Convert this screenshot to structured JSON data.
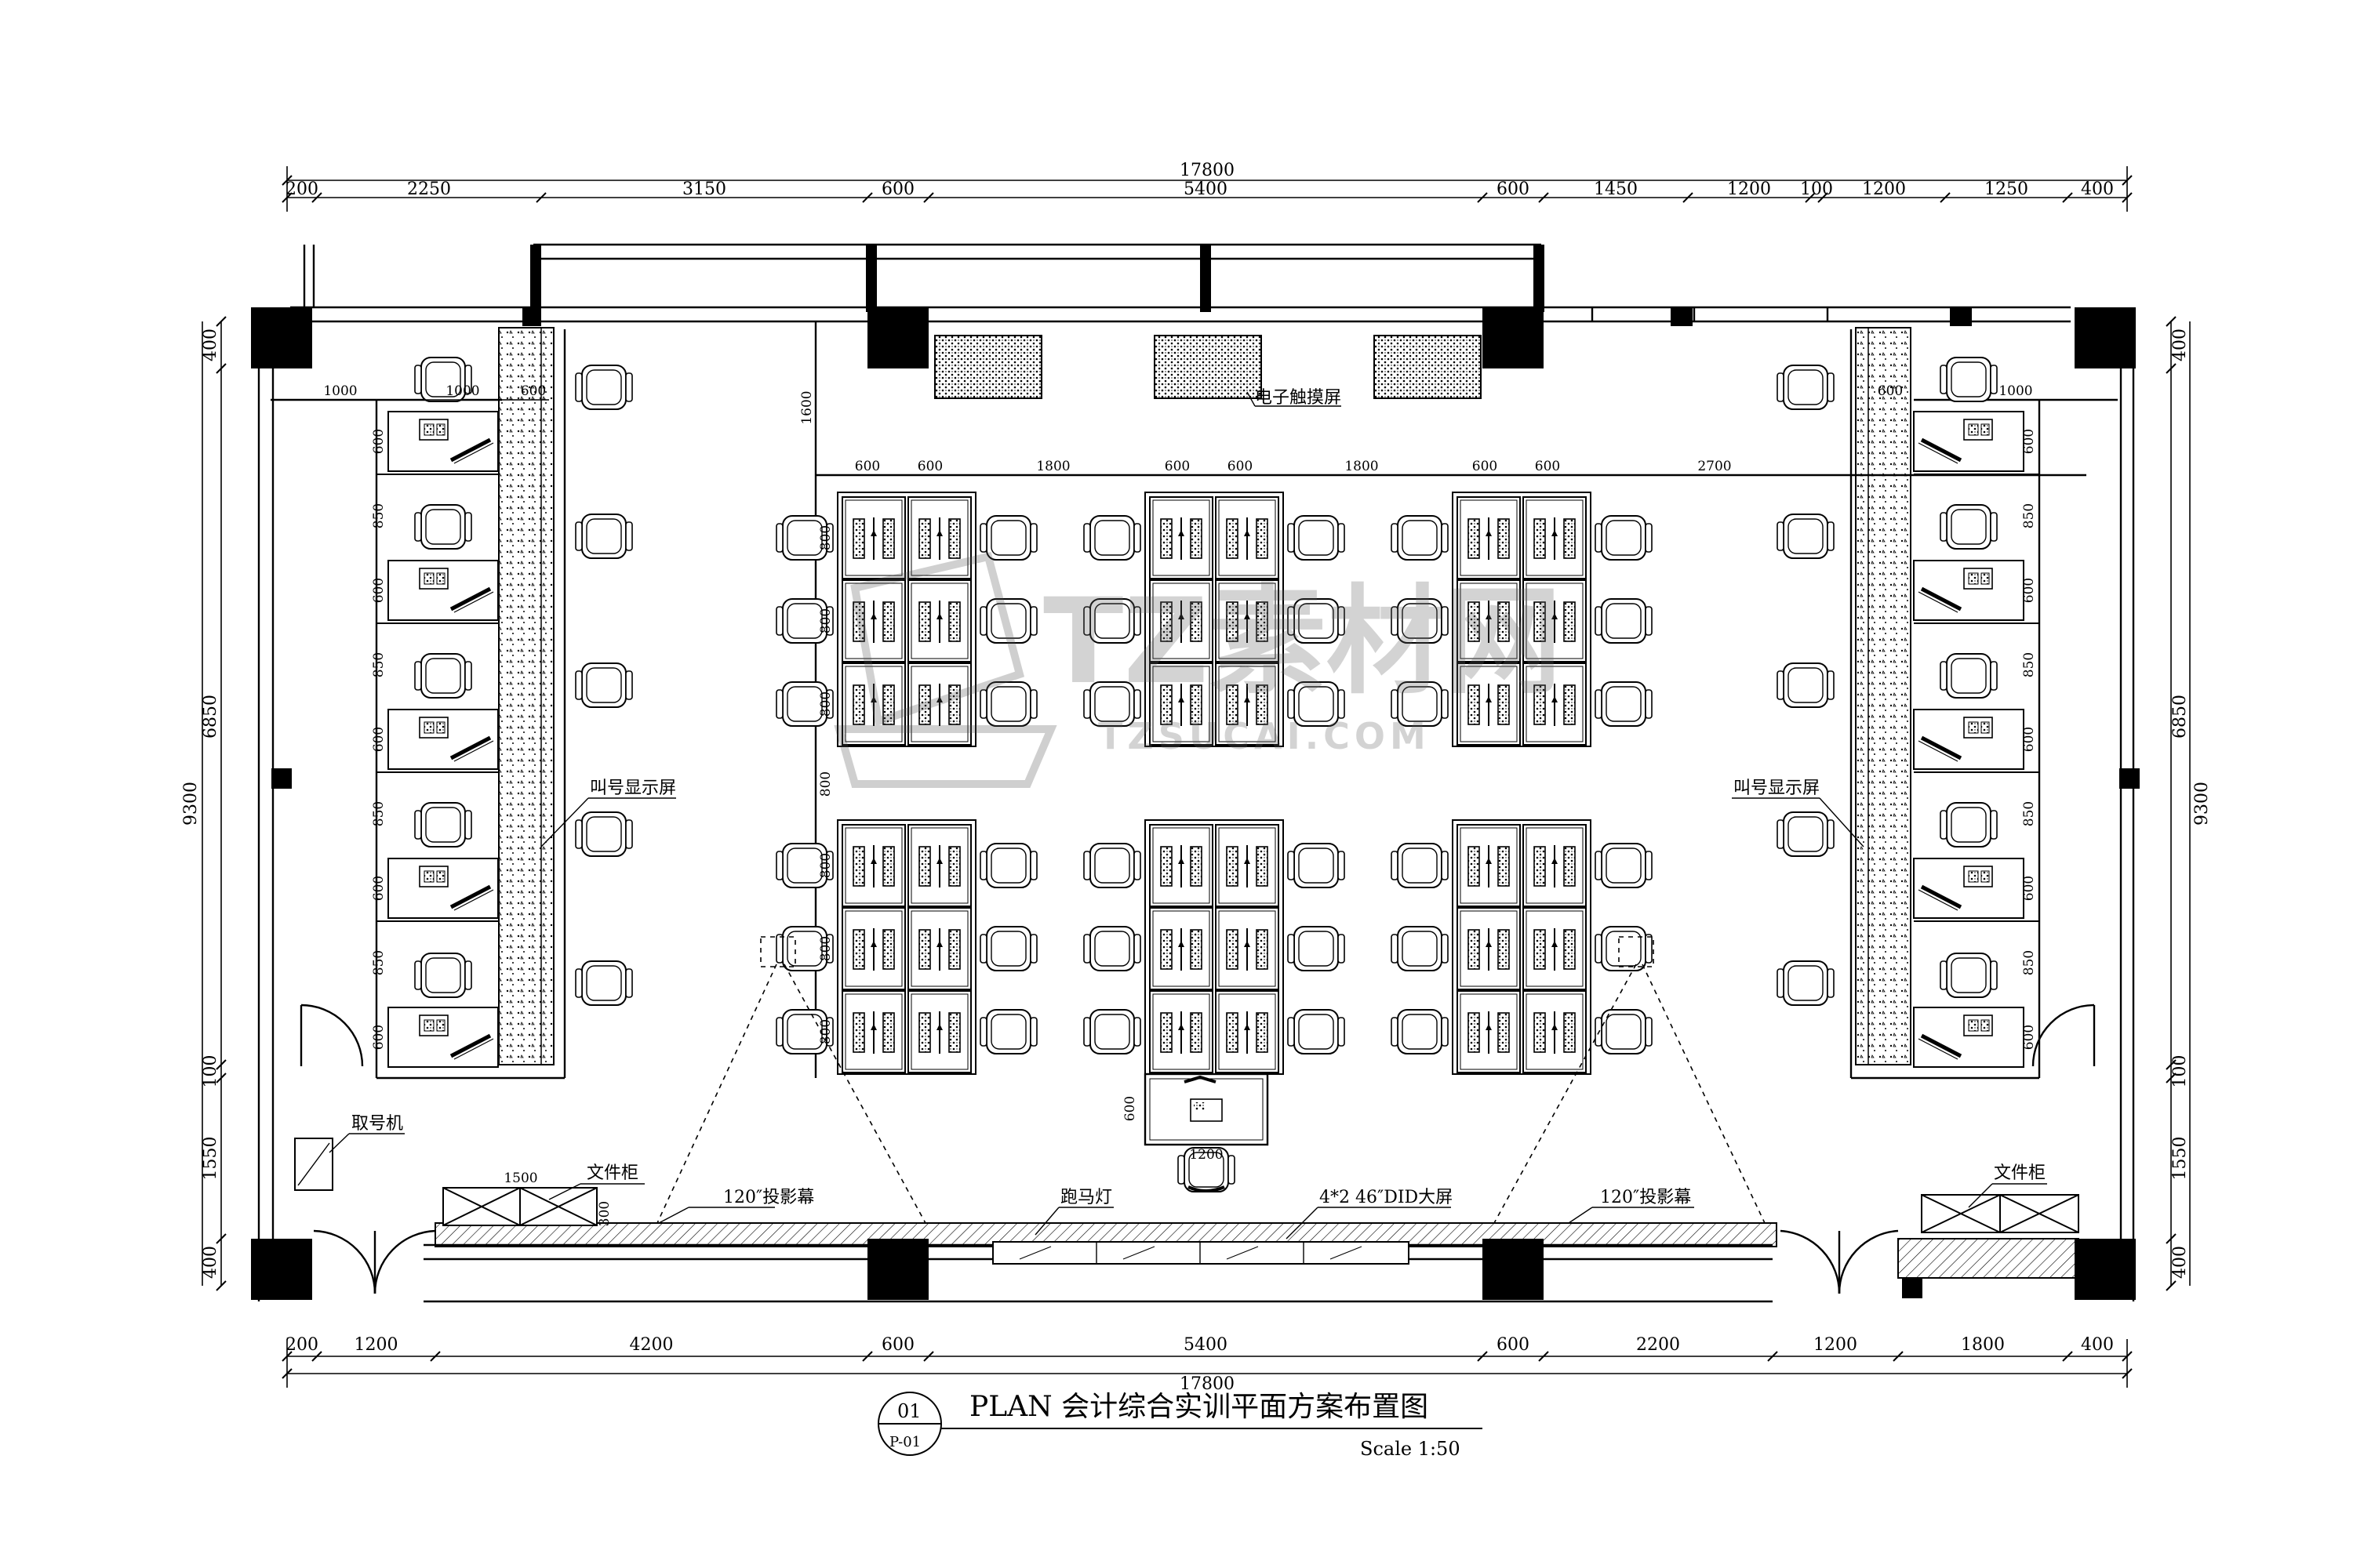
{
  "dimensions": {
    "overall": "17800",
    "top_segments": [
      "200",
      "2250",
      "3150",
      "600",
      "5400",
      "600",
      "1450",
      "1200",
      "100",
      "1200",
      "1250",
      "400"
    ],
    "bottom_segments": [
      "200",
      "1200",
      "4200",
      "600",
      "5400",
      "600",
      "2200",
      "1200",
      "1800",
      "400"
    ],
    "left_segments": [
      "400",
      "6850",
      "100",
      "1550",
      "400"
    ],
    "left_total": "9300",
    "right_segments": [
      "400",
      "6850",
      "100",
      "1550",
      "400"
    ],
    "right_total": "9300",
    "inner_left_top": [
      "1000",
      "1000",
      "600"
    ],
    "inner_right_top": [
      "600",
      "1000"
    ],
    "inner_mid_row": [
      "600",
      "600",
      "1800",
      "600",
      "600",
      "1800",
      "600",
      "600",
      "2700"
    ],
    "inner_vertical": "1600",
    "booth_rows": [
      "600",
      "850",
      "600",
      "850",
      "600",
      "850",
      "600",
      "850",
      "600"
    ],
    "desk_row_depth": [
      "800",
      "800",
      "800",
      "800",
      "800",
      "800"
    ],
    "middle_gap": "800",
    "podium_depth": "600",
    "podium_width": "1200",
    "cabinet_width": "1500",
    "cabinet_depth": "300"
  },
  "labels": {
    "touch_screen": "电子触摸屏",
    "call_display_left": "叫号显示屏",
    "call_display_right": "叫号显示屏",
    "ticket_machine": "取号机",
    "file_cabinet_left": "文件柜",
    "file_cabinet_right": "文件柜",
    "projector_left": "120″投影幕",
    "projector_right": "120″投影幕",
    "led_marquee": "跑马灯",
    "did_screen": "4*2 46″DID大屏"
  },
  "title_block": {
    "number": "01",
    "sheet": "P-01",
    "title": "PLAN 会计综合实训平面方案布置图",
    "scale": "Scale 1:50"
  },
  "watermark": {
    "brand": "TZ素材网",
    "url": "TZSUCAI.COM"
  }
}
